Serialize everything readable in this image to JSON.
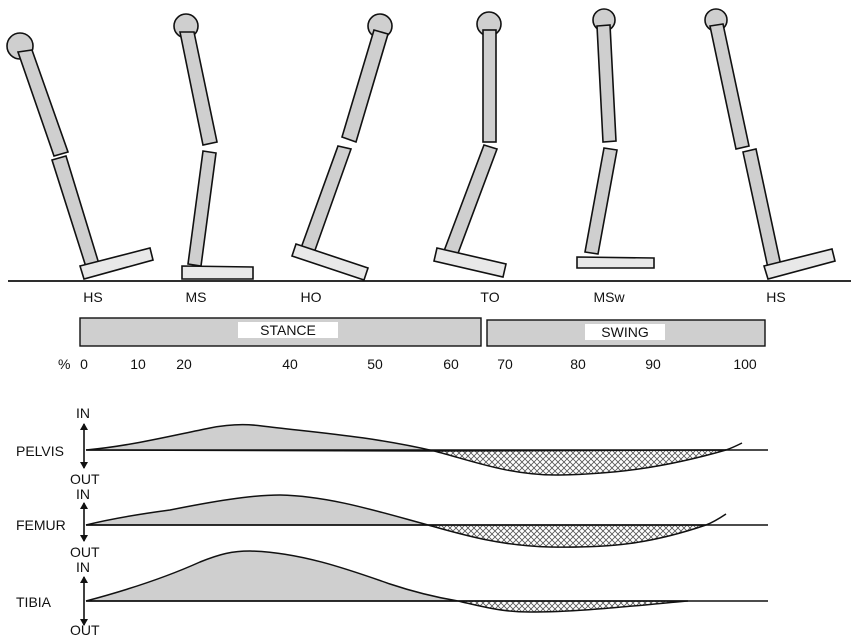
{
  "events": [
    "HS",
    "MS",
    "HO",
    "TO",
    "MSw",
    "HS"
  ],
  "phases": [
    {
      "label": "STANCE",
      "start_pct": 0,
      "end_pct": 62
    },
    {
      "label": "SWING",
      "start_pct": 62,
      "end_pct": 100
    }
  ],
  "percent_symbol": "%",
  "percent_ticks": [
    0,
    10,
    20,
    40,
    50,
    60,
    70,
    80,
    90,
    100
  ],
  "direction_labels": {
    "up": "IN",
    "down": "OUT"
  },
  "rotation_curves": [
    {
      "segment": "PELVIS"
    },
    {
      "segment": "FEMUR"
    },
    {
      "segment": "TIBIA"
    }
  ]
}
